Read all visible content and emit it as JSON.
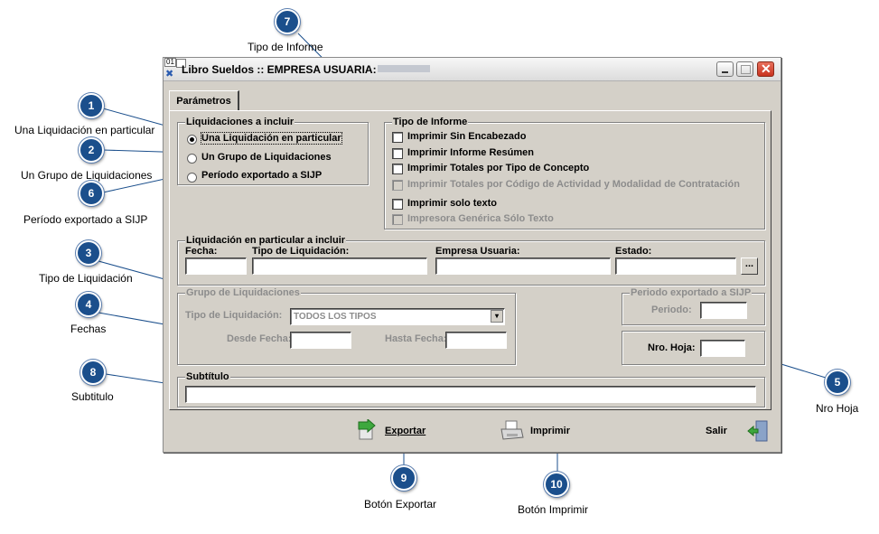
{
  "window": {
    "title": "Libro Sueldos :: EMPRESA USUARIA:",
    "corner_badge": "01"
  },
  "tab": {
    "label": "Parámetros"
  },
  "liquidaciones": {
    "legend": "Liquidaciones a incluir",
    "options": [
      "Una Liquidación en particular",
      "Un Grupo de Liquidaciones",
      "Período exportado a SIJP"
    ],
    "selected_index": 0
  },
  "tipo_informe": {
    "legend": "Tipo de Informe",
    "options": [
      {
        "label": "Imprimir Sin Encabezado",
        "checked": false,
        "enabled": true
      },
      {
        "label": "Imprimir Informe Resúmen",
        "checked": false,
        "enabled": true
      },
      {
        "label": "Imprimir Totales por Tipo de Concepto",
        "checked": false,
        "enabled": true
      },
      {
        "label": "Imprimir Totales por Código de Actividad y Modalidad de Contratación",
        "checked": false,
        "enabled": false
      },
      {
        "label": "Imprimir solo texto",
        "checked": false,
        "enabled": true
      },
      {
        "label": "Impresora Genérica Sólo Texto",
        "checked": false,
        "enabled": false
      }
    ]
  },
  "particular": {
    "legend": "Liquidación en particular a incluir",
    "fecha_label": "Fecha:",
    "fecha_value": "",
    "tipo_label": "Tipo de Liquidación:",
    "tipo_value": "",
    "empresa_label": "Empresa Usuaria:",
    "empresa_value": "",
    "estado_label": "Estado:",
    "estado_value": "",
    "browse_label": "..."
  },
  "grupo": {
    "legend": "Grupo de Liquidaciones",
    "tipo_label": "Tipo de Liquidación:",
    "tipo_value": "TODOS LOS TIPOS",
    "desde_label": "Desde Fecha:",
    "desde_value": "",
    "hasta_label": "Hasta Fecha:",
    "hasta_value": ""
  },
  "periodo": {
    "legend": "Periodo exportado a SIJP",
    "label": "Periodo:",
    "value": ""
  },
  "hoja": {
    "label": "Nro. Hoja:",
    "value": ""
  },
  "subtitulo": {
    "legend": "Subtítulo",
    "value": ""
  },
  "buttons": {
    "exportar": "Exportar",
    "imprimir": "Imprimir",
    "salir": "Salir"
  },
  "annotations": [
    {
      "num": "1",
      "text": "Una Liquidación en particular"
    },
    {
      "num": "2",
      "text": "Un Grupo de Liquidaciones"
    },
    {
      "num": "3",
      "text": "Tipo de Liquidación"
    },
    {
      "num": "4",
      "text": "Fechas"
    },
    {
      "num": "5",
      "text": "Nro Hoja"
    },
    {
      "num": "6",
      "text": "Período exportado a SIJP"
    },
    {
      "num": "7",
      "text": "Tipo de Informe"
    },
    {
      "num": "8",
      "text": "Subtitulo"
    },
    {
      "num": "9",
      "text": "Botón Exportar"
    },
    {
      "num": "10",
      "text": "Botón Imprimir"
    }
  ],
  "colors": {
    "badge": "#1b4f8c",
    "window_face": "#d4d0c8",
    "close_button": "#c8321f"
  }
}
